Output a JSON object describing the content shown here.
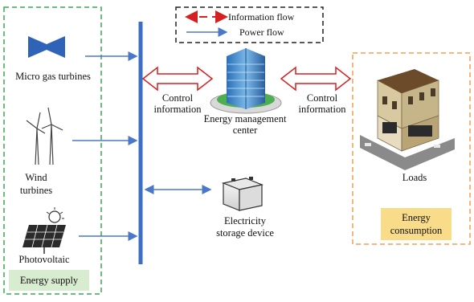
{
  "legend": {
    "information_flow": "Information  flow",
    "power_flow": "Power flow"
  },
  "supply": {
    "micro_gas_turbines": "Micro gas turbines",
    "wind_turbines_line1": "Wind",
    "wind_turbines_line2": "turbines",
    "photovoltaic": "Photovoltaic",
    "group_label": "Energy supply"
  },
  "center": {
    "control_info_left_line1": "Control",
    "control_info_left_line2": "information",
    "control_info_right_line1": "Control",
    "control_info_right_line2": "information",
    "emc_line1": "Energy management",
    "emc_line2": "center",
    "storage_line1": "Electricity",
    "storage_line2": "storage device"
  },
  "consumption": {
    "loads": "Loads",
    "group_label_line1": "Energy",
    "group_label_line2": "consumption"
  },
  "colors": {
    "supply_border": "#3aa655",
    "supply_tag_bg": "#d8ecd0",
    "consumption_border": "#f0a050",
    "consumption_tag_bg": "#f8dc8a",
    "bus": "#3a6fc4",
    "power_arrow": "#4a78c8",
    "info_arrow": "#d42020"
  }
}
